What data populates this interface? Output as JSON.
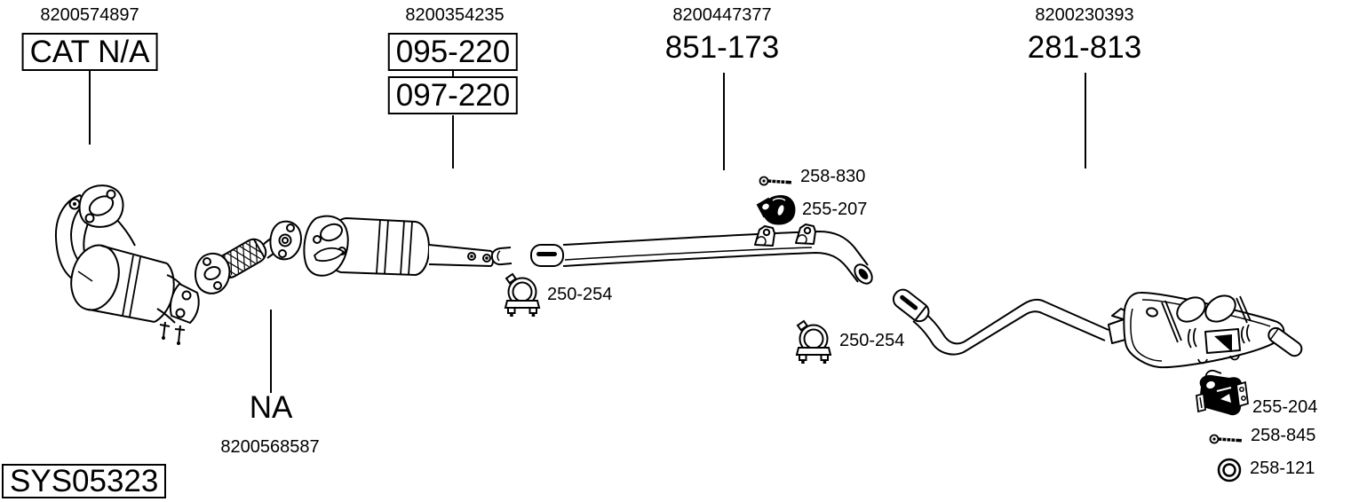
{
  "diagram": {
    "system_code": "SYS05323",
    "part_groups": [
      {
        "oe_ref": "8200574897",
        "part_numbers": [
          "CAT N/A"
        ],
        "boxed": true
      },
      {
        "oe_ref": "8200354235",
        "part_numbers": [
          "095-220",
          "097-220"
        ],
        "boxed": true
      },
      {
        "oe_ref": "8200447377",
        "part_numbers": [
          "851-173"
        ],
        "boxed": false
      },
      {
        "oe_ref": "8200230393",
        "part_numbers": [
          "281-813"
        ],
        "boxed": false
      }
    ],
    "unavailable_part": {
      "label": "NA",
      "oe_ref": "8200568587"
    },
    "accessories": [
      {
        "part_number": "258-830",
        "icon": "bolt-icon"
      },
      {
        "part_number": "255-207",
        "icon": "rubber-mount-icon"
      },
      {
        "part_number": "250-254",
        "icon": "clamp-icon"
      },
      {
        "part_number": "250-254",
        "icon": "clamp-icon"
      },
      {
        "part_number": "255-204",
        "icon": "hanger-bracket-icon"
      },
      {
        "part_number": "258-845",
        "icon": "bolt-icon"
      },
      {
        "part_number": "258-121",
        "icon": "gasket-ring-icon"
      }
    ],
    "colors": {
      "line": "#000000",
      "background": "#ffffff"
    }
  }
}
